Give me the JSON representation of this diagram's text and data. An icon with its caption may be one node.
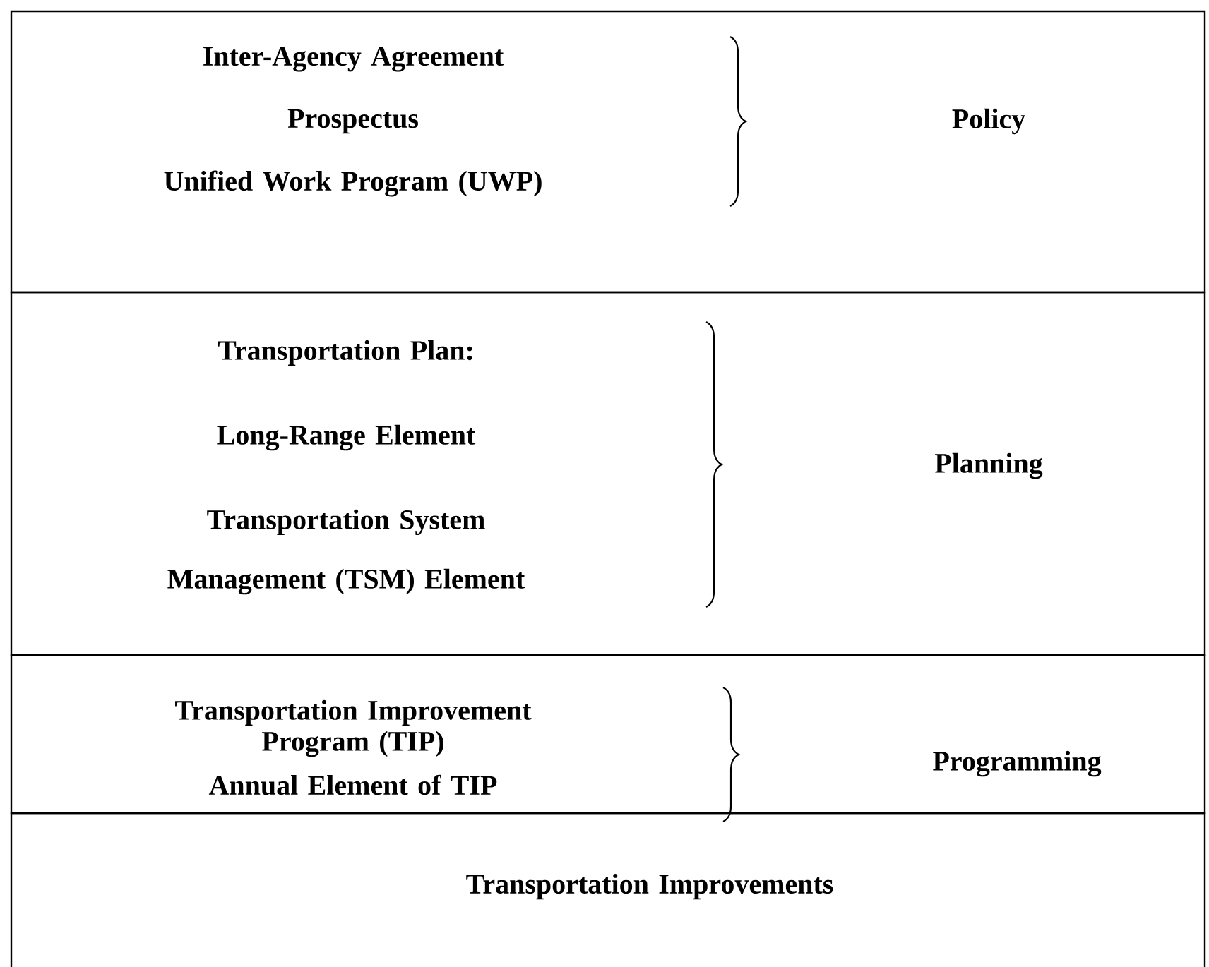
{
  "diagram": {
    "nodes": [
      {
        "text": [
          "Inter-Agency Agreement",
          "Prospectus",
          "Unified Work Program (UWP)",
          "Policy"
        ]
      },
      {
        "text": [
          "Transportation Plan:",
          "Long-Range Element",
          "Transportation System Management (TSM) Element",
          "Planning"
        ]
      },
      {
        "text": [
          "Transportation Improvement Program (TIP)",
          "Annual Element of TIP",
          "Programming"
        ]
      },
      {
        "text": [
          "Transportation Improvements"
        ]
      }
    ]
  }
}
